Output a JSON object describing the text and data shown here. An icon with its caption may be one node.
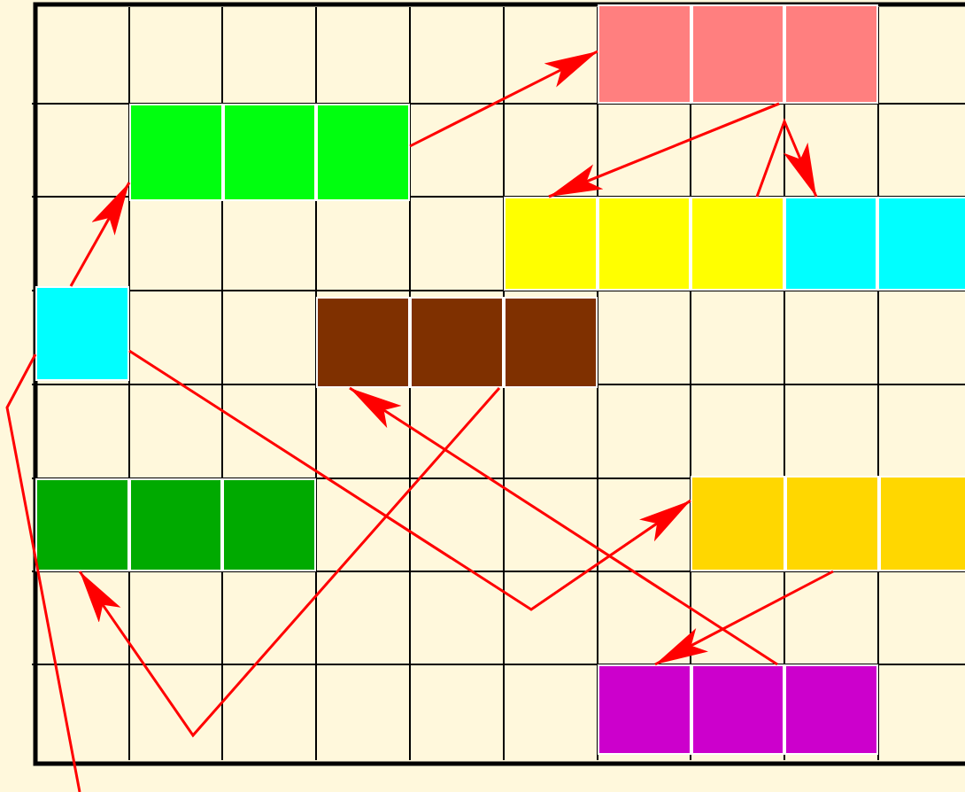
{
  "diagram": {
    "nodes": [
      {
        "text": [],
        "shape": "box"
      },
      {
        "text": [],
        "shape": "box"
      },
      {
        "text": [],
        "shape": "box"
      },
      {
        "text": [],
        "shape": "box"
      },
      {
        "text": [],
        "shape": "box"
      },
      {
        "text": [],
        "shape": "box"
      },
      {
        "text": [],
        "shape": "box"
      },
      {
        "text": [],
        "shape": "box"
      },
      {
        "text": [],
        "shape": "box"
      }
    ],
    "edges": [
      {
        "from": 1,
        "to": 0,
        "arrow": "to"
      },
      {
        "from": 0,
        "to": 2,
        "arrow": "to"
      },
      {
        "from": 2,
        "to": 3,
        "arrow": "to"
      },
      {
        "from": 4,
        "to": 1,
        "arrow": "to"
      },
      {
        "from": 4,
        "to": 7,
        "arrow": "to"
      },
      {
        "from": 5,
        "to": 6,
        "arrow": "to"
      },
      {
        "from": 8,
        "to": 5,
        "arrow": "to"
      },
      {
        "from": 7,
        "to": 8,
        "arrow": "to"
      },
      {
        "from": null,
        "to": 4,
        "arrow": "none"
      }
    ]
  }
}
